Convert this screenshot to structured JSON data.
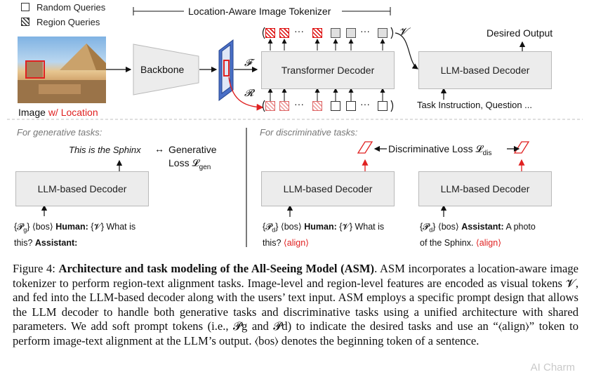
{
  "legend": {
    "random": "Random Queries",
    "region": "Region Queries"
  },
  "tokenizer_label": "Location-Aware Image Tokenizer",
  "image_caption": {
    "prefix": "Image ",
    "highlight": "w/ Location"
  },
  "boxes": {
    "backbone": "Backbone",
    "transformer": "Transformer Decoder",
    "llm_top": "LLM-based Decoder",
    "llm_gen": "LLM-based Decoder",
    "llm_disc1": "LLM-based Decoder",
    "llm_disc2": "LLM-based Decoder"
  },
  "symbols": {
    "F": "𝓕",
    "R": "𝓡",
    "V": "𝓥",
    "dots": "···"
  },
  "desired_output": "Desired Output",
  "task_instruction": "Task Instruction, Question ...",
  "gen": {
    "title": "For generative tasks:",
    "sphinx": "This is the Sphinx",
    "arrow": "↔",
    "loss1": "Generative",
    "loss2": "Loss 𝓛",
    "loss_sub": "gen",
    "prompt_a": "{𝓟",
    "prompt_a_sub": "g",
    "prompt_b": "} ⟨bos⟩ ",
    "human": "Human:",
    "prompt_c": " {𝓥} What is",
    "prompt_d": "this? ",
    "assistant": "Assistant:"
  },
  "disc": {
    "title": "For discriminative tasks:",
    "loss_label": "Discriminative  Loss 𝓛",
    "loss_sub": "dis",
    "p1_a": "{𝓟",
    "p1_sub": "d",
    "p1_b": "} ⟨bos⟩ ",
    "p1_human": "Human:",
    "p1_c": " {𝓥} What is",
    "p1_d": "this? ",
    "p1_align": "⟨align⟩",
    "p2_a": "{𝓟",
    "p2_sub": "d",
    "p2_b": "} ⟨bos⟩ ",
    "p2_assistant": "Assistant:",
    "p2_c": " A photo",
    "p2_d": "of the Sphinx. ",
    "p2_align": "⟨align⟩"
  },
  "caption": {
    "fig": "Figure 4: ",
    "bold": "Architecture and task modeling of the All-Seeing Model (ASM)",
    "text": ". ASM incorporates a location-aware image tokenizer to perform region-text alignment tasks. Image-level and region-level features are encoded as visual tokens 𝓥, and fed into the LLM-based decoder along with the users’ text input. ASM employs a specific prompt design that allows the LLM decoder to handle both generative tasks and discriminative tasks using a unified architecture with shared parameters. We add soft prompt tokens (i.e., 𝓟g and 𝓟d) to indicate the desired tasks and use an “⟨align⟩” token to perform image-text alignment at the LLM’s output. ⟨bos⟩ denotes the beginning token of a sentence."
  },
  "watermark": "AI Charm",
  "colors": {
    "red": "#e02020",
    "box": "#ececec"
  }
}
